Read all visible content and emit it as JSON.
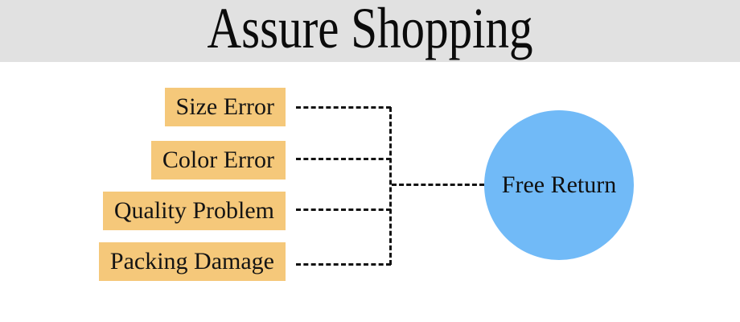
{
  "header": {
    "title": "Assure Shopping",
    "background_color": "#e1e1e1",
    "text_color": "#0b0b0b"
  },
  "diagram": {
    "causes": [
      {
        "label": "Size Error"
      },
      {
        "label": "Color Error"
      },
      {
        "label": "Quality Problem"
      },
      {
        "label": "Packing Damage"
      }
    ],
    "cause_box_color": "#f5c87a",
    "connector_style": "dashed",
    "connector_color": "#131313",
    "result": {
      "label": "Free Return",
      "circle_color": "#71baf7"
    }
  }
}
